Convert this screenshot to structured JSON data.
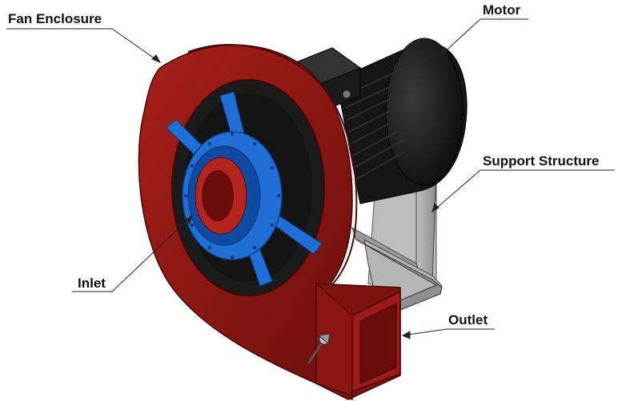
{
  "labels": {
    "fan_enclosure": "Fan Enclosure",
    "motor": "Motor",
    "support_structure": "Support Structure",
    "inlet": "Inlet",
    "outlet": "Outlet"
  },
  "colors": {
    "enclosure_red": "#8b1512",
    "enclosure_dark": "#5a0c0a",
    "enclosure_light": "#b0231e",
    "inlet_blue": "#1f6fd6",
    "inlet_dark": "#0f4aa3",
    "motor_black": "#1a1a1a",
    "support_gray": "#a9a9a9",
    "leader_line": "#222222"
  },
  "icons": {
    "clamp": "wing-bolt-icon"
  }
}
